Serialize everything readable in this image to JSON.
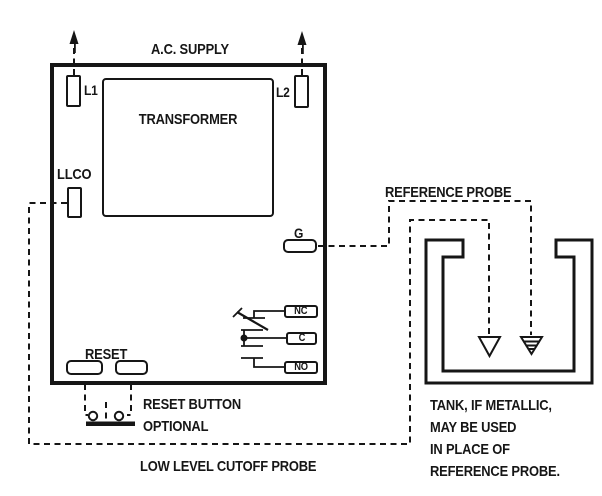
{
  "diagram": {
    "colors": {
      "ink": "#161616",
      "background": "#ffffff"
    },
    "labels": {
      "ac_supply": "A.C. SUPPLY",
      "l1": "L1",
      "l2": "L2",
      "transformer": "TRANSFORMER",
      "llco": "LLCO",
      "g": "G",
      "nc": "NC",
      "c": "C",
      "no": "NO",
      "reset": "RESET",
      "reference_probe": "REFERENCE PROBE",
      "reset_button_note": {
        "line1": "RESET BUTTON",
        "line2": "OPTIONAL"
      },
      "low_level_cutoff_probe": "LOW LEVEL CUTOFF PROBE",
      "tank_note": {
        "line1": "TANK, IF METALLIC,",
        "line2": "MAY BE USED",
        "line3": "IN PLACE OF",
        "line4": "REFERENCE PROBE."
      }
    }
  }
}
